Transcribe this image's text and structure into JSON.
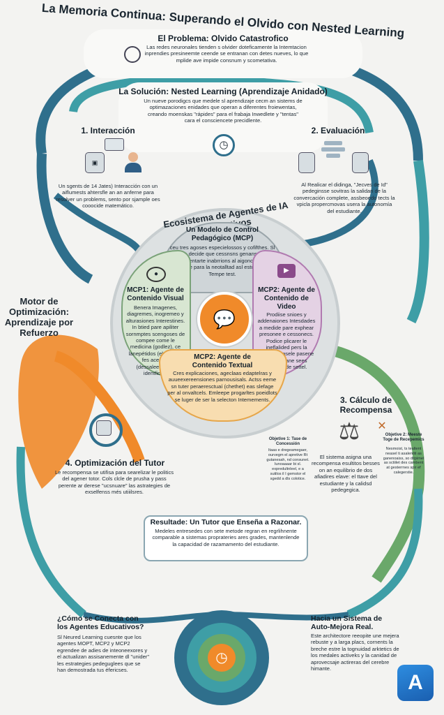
{
  "title": "La Memoria Continua: Superando el Olvido con Nested Learning",
  "problem": {
    "heading": "El Problema: Olvido Catastrofico",
    "text": "Las redes neuronales tienden s olvider doteficamente la Intemtacion inprendies presineemte ceende se entranan con detes nueves, lo que mplide ave impide consnum y scometativa."
  },
  "solution": {
    "heading": "La Solución: Nested Learning (Aprendizaje Anidado)",
    "text": "Un nueve porodigcs que medele sl aprendizaje cecm an sistems de optimazaciones enidades que operan a diferentes froiewentas, creando moenskas \"rápides\" para el frabaja Inwedlete y \"tentas\" cara el consciencete precidlente."
  },
  "step1": {
    "heading": "1. Interacción",
    "text": "Un sgents de 14 Jates) Interacción con un aiflumests ahtersfle an an anferne para resolver un problems, sento por sjample oes cooocide matemático."
  },
  "step2": {
    "heading": "2. Evaluación",
    "text": "Al Realicar el didinga, \"Jecves de Id\" pedeginsse sovitras la salidan de la convercación complete, assbeoedo tects la vpicla propercmovas usera la autonomía del estudiante."
  },
  "ecosystem_title": "Ecosistema de Agentes de IA Educativos",
  "mcp": {
    "heading": "Un Modelo de Control Pedagógico (MCP)",
    "text": "ceu tres agoses especielossos y cofifthes. Sl sistema decide que cessnsns genans y edma presentarte inabrrions al aigonor rdra adoeeade para la neotalltad asl estudiante en Tempe test."
  },
  "mcp1": {
    "heading": "MCP1: Agente de Contenido Visual",
    "text": "Benera Imagenes, diagremes, inogremeo y alturasiones Interestines. In btied pare apiliter sornmptes scengoses de compee come le medicina (godlez), ce lanepétidos (ebonss) a fes acesoin (dessaleeslorms identficust"
  },
  "mcp2_video": {
    "heading": "MCP2: Agente de Contenido de Video",
    "text": "Prodiise snioes y addenaiones Intesdades a medide pare exphear presonee e cessonecs. Podice plicarer le ineflalided pers la indiantro, asele pasene coolfioe ane sees lengstje de settel."
  },
  "mcp2_text": {
    "heading": "MCP2: Agente de Contenido Textual",
    "text": "Cres explicaciones, ageclaas edaptelras y auueexereensiones parnousisals. Actss eeme sn tuter peraeresctuaí (chethet) eas slefage per al onvaltcels. Emleepe progarltes poeidlots se luger de ser la selecton Intemements."
  },
  "motor": "Motor de Optimización: Aprendizaje por Refuerzo",
  "step3": {
    "heading": "3. Cálculo de Recompensa",
    "obj1_title": "Objetive 1: Tase de Concessión",
    "obj1_text": "Itaas e dregeamegaer, ourvegm el apretive Rt gutanesah, nd consunet. Iunoaaaar bi sl. expredultnleel, e a sutilos il I gemstor el sgedd a dls colotice.",
    "obj2_title": "Objetive 2: Meeste Toge de Recepemics",
    "obj2_text": "Nesmoist, ts tealtent neasel ti asalentiti as ganenoaiss, so ditpimel as sctiilet des cambent at gesterrnes spir ef calegerstie.",
    "text": "El sistema asigna una recompensa esultitos besses on an equilibrio de dos afiadires elave: el ttave del estudiante y la calidsd pedegegica."
  },
  "step4": {
    "heading": "4. Optimización del Tutor",
    "text": "Le recompensa se utifisa para searelizar le politics del agener totor. Cols clcle de prusha y pass perente ar derese \"ucsnuare\" las astrategies de exselfenss més utiiilsres."
  },
  "result": {
    "heading": "Resultade: Un Tutor que Enseña a Razonar.",
    "text": "Medeles entresedes con sete metode regran en regrlihnente comparable a sistemas proprateries ares grades, mantenlende la capacidad de razamamento del estudiante."
  },
  "connect": {
    "heading": "¿Cómo se Conecta con los Agentes Educativos?",
    "text": "Sl Neured Learning cuesnte que los agentes MOPT, MCP2 y MCP2 egrendee de adies de inteoneexores y el actualizan assisanemente dl \"unider\" les estrategies pedeguglees que se han demostrada tus éfericses."
  },
  "towards": {
    "heading": "Hacia un Sistema de Auto-Mejora Real.",
    "text": "Este architectore reeopite une mejera rebuste y a larga placs, cornents la breche estre la tognuidad arktetics de los medales activeks y la canidad de aprovecsaje actireras del cerebre himante."
  },
  "logo_letter": "A",
  "icons": [
    "brain-circuit-icon",
    "clock-icon",
    "robot-icon",
    "person-icon",
    "chat-icon",
    "flowchart-icon",
    "eye-icon",
    "video-play-icon",
    "robot-gear-icon",
    "scale-icon",
    "tools-icon"
  ],
  "colors": {
    "teal": "#3e9ea6",
    "blue": "#2f6f8c",
    "green": "#6aa86a",
    "orange": "#f08a2a",
    "purple": "#b07ab0",
    "sand": "#f2d29a",
    "grey": "#b9c1c4"
  }
}
